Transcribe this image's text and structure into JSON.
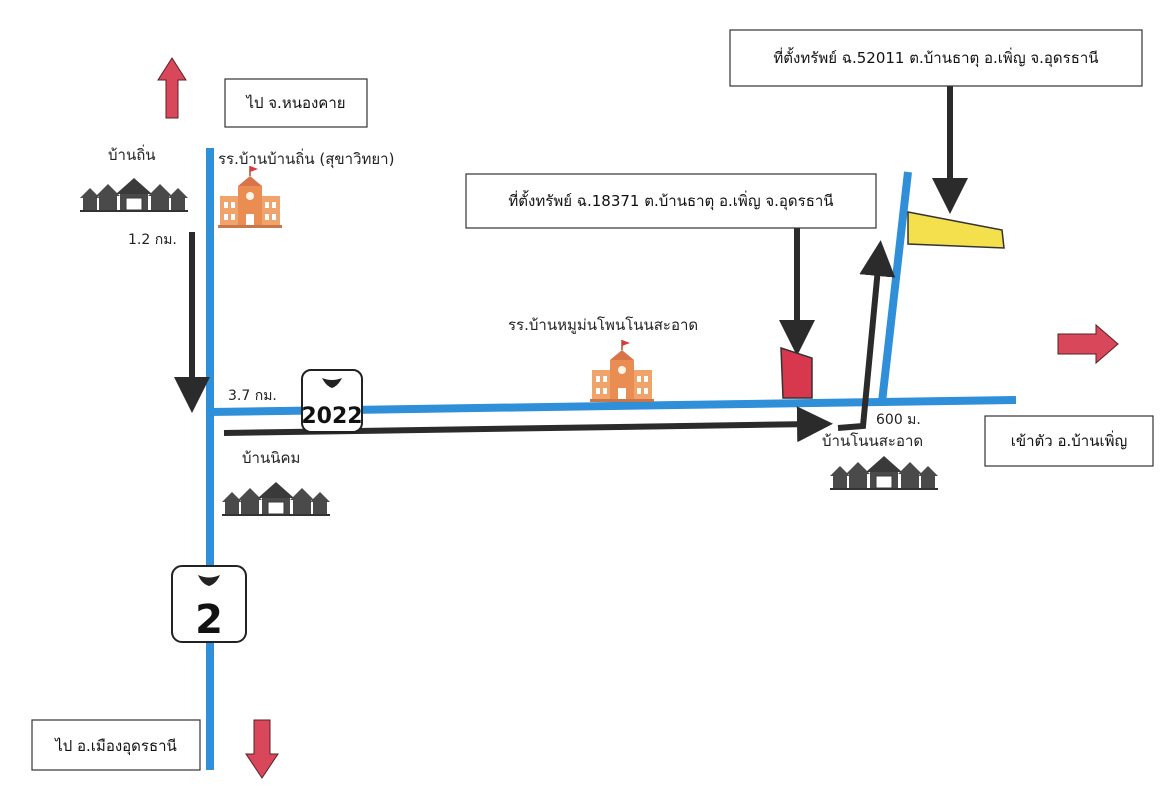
{
  "labels": {
    "to_nongkhai": "ไป จ.หนองคาย",
    "to_udon_city": "ไป อ.เมืองอุดรธานี",
    "to_banphue": "เข้าตัว อ.บ้านเพิ่ญ",
    "parcel_52011": "ที่ตั้งทรัพย์ ฉ.52011 ต.บ้านธาตุ อ.เพิ่ญ จ.อุดรธานี",
    "parcel_18371": "ที่ตั้งทรัพย์ ฉ.18371 ต.บ้านธาตุ อ.เพิ่ญ จ.อุดรธานี",
    "village_banthin": "บ้านถิ่น",
    "school_banthin": "รร.บ้านบ้านถิ่น (สุขาวิทยา)",
    "school_monpho": "รร.บ้านหมูม่นโพนโนนสะอาด",
    "village_bannikhom": "บ้านนิคม",
    "village_nonsaat": "บ้านโนนสะอาด",
    "dist_1": "1.2 กม.",
    "dist_2": "3.7 กม.",
    "dist_3": "600 ม."
  },
  "highways": {
    "route_2022": "2022",
    "route_2": "2"
  },
  "colors": {
    "road": "#2f8fd8",
    "arrow": "#2b2b2b",
    "red_arrow": "#d9485a",
    "parcel_yellow": "#f4e04d",
    "parcel_red": "#d8384e",
    "school": "#f0a36a",
    "house": "#4a4a4a"
  },
  "icons": {
    "school": "school-building-icon",
    "village": "village-houses-icon",
    "shield": "highway-shield-icon"
  }
}
